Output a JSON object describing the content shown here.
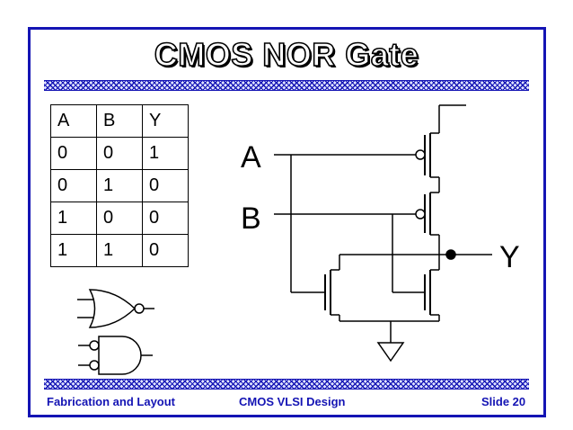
{
  "slide": {
    "title": "CMOS NOR Gate",
    "footer_left": "Fabrication and Layout",
    "footer_center": "CMOS VLSI Design",
    "footer_right": "Slide 20"
  },
  "truth_table": {
    "headers": [
      "A",
      "B",
      "Y"
    ],
    "rows": [
      [
        "0",
        "0",
        "1"
      ],
      [
        "0",
        "1",
        "0"
      ],
      [
        "1",
        "0",
        "0"
      ],
      [
        "1",
        "1",
        "0"
      ]
    ]
  },
  "schematic": {
    "input_a": "A",
    "input_b": "B",
    "output_y": "Y"
  },
  "colors": {
    "frame": "#1414b4",
    "footer_text": "#1414b4"
  },
  "symbols": [
    "nor-gate-symbol",
    "and-gate-with-inverted-inputs-symbol"
  ]
}
